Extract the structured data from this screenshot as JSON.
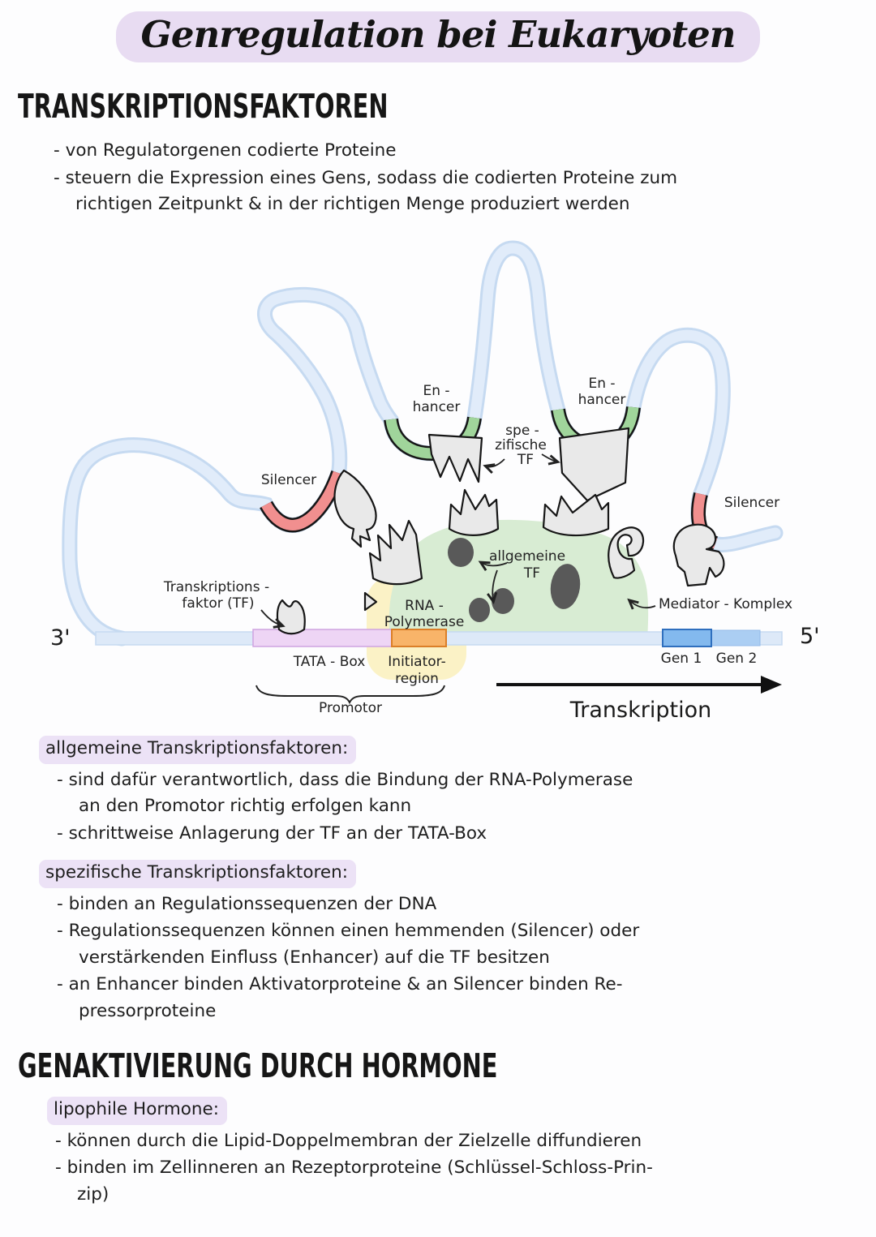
{
  "page": {
    "title": "Genregulation bei Eukaryoten"
  },
  "sections": {
    "tf": {
      "heading": "TRANSKRIPTIONSFAKTOREN",
      "bullets": [
        "von Regulatorgenen codierte Proteine",
        "steuern die Expression eines Gens, sodass die codierten Proteine zum\nrichtigen Zeitpunkt & in der richtigen Menge produziert werden"
      ]
    },
    "allg": {
      "label": "allgemeine Transkriptionsfaktoren:",
      "bullets": [
        "sind dafür verantwortlich, dass die Bindung der RNA-Polymerase\nan den Promotor richtig erfolgen kann",
        "schrittweise Anlagerung der TF an der TATA-Box"
      ]
    },
    "spez": {
      "label": "spezifische Transkriptionsfaktoren:",
      "bullets": [
        "binden an Regulationssequenzen der DNA",
        "Regulationssequenzen können einen hemmenden (Silencer) oder\nverstärkenden Einfluss (Enhancer) auf die TF besitzen",
        "an Enhancer binden Aktivatorproteine & an Silencer binden Re-\npressorproteine"
      ]
    },
    "horm": {
      "heading": "GENAKTIVIERUNG DURCH HORMONE"
    },
    "lip": {
      "label": "lipophile Hormone:",
      "bullets": [
        "können durch die Lipid-Doppelmembran der Zielzelle diffundieren",
        "binden im Zellinneren an Rezeptorproteine (Schlüssel-Schloss-Prin-\nzip)"
      ]
    }
  },
  "diagram": {
    "three_prime": "3'",
    "five_prime": "5'",
    "enhancer_l1": "En -",
    "enhancer_l2": "hancer",
    "silencer": "Silencer",
    "spez_l1": "spe -",
    "spez_l2": "zifische",
    "spez_l3": "TF",
    "allg_l1": "allgemeine",
    "allg_l2": "TF",
    "tf_l1": "Transkriptions -",
    "tf_l2": "faktor (TF)",
    "rna_l1": "RNA -",
    "rna_l2": "Polymerase",
    "tata": "TATA - Box",
    "init_l1": "Initiator-",
    "init_l2": "region",
    "promotor": "Promotor",
    "gen1": "Gen 1",
    "gen2": "Gen 2",
    "mediator": "Mediator - Komplex",
    "transkription": "Transkription"
  },
  "colors": {
    "highlight_lavender": "#e8dcf2",
    "label_lavender": "#ece2f6",
    "dna_fill": "#dde9f8",
    "dna_edge": "#c6daf1",
    "enhancer_green": "#a0d59b",
    "silencer_red": "#f18f8f",
    "tata_purple": "#eed5f5",
    "initiator_orange": "#f8b469",
    "gene1_blue": "#83b9ee",
    "gene2_blue": "#abcef3",
    "mediator_green": "#d8ecd3",
    "polymerase_yellow": "#fbf2c6",
    "tf_gray": "#e9e9e9",
    "dot_gray": "#595959",
    "ink": "#1e1e1e"
  }
}
